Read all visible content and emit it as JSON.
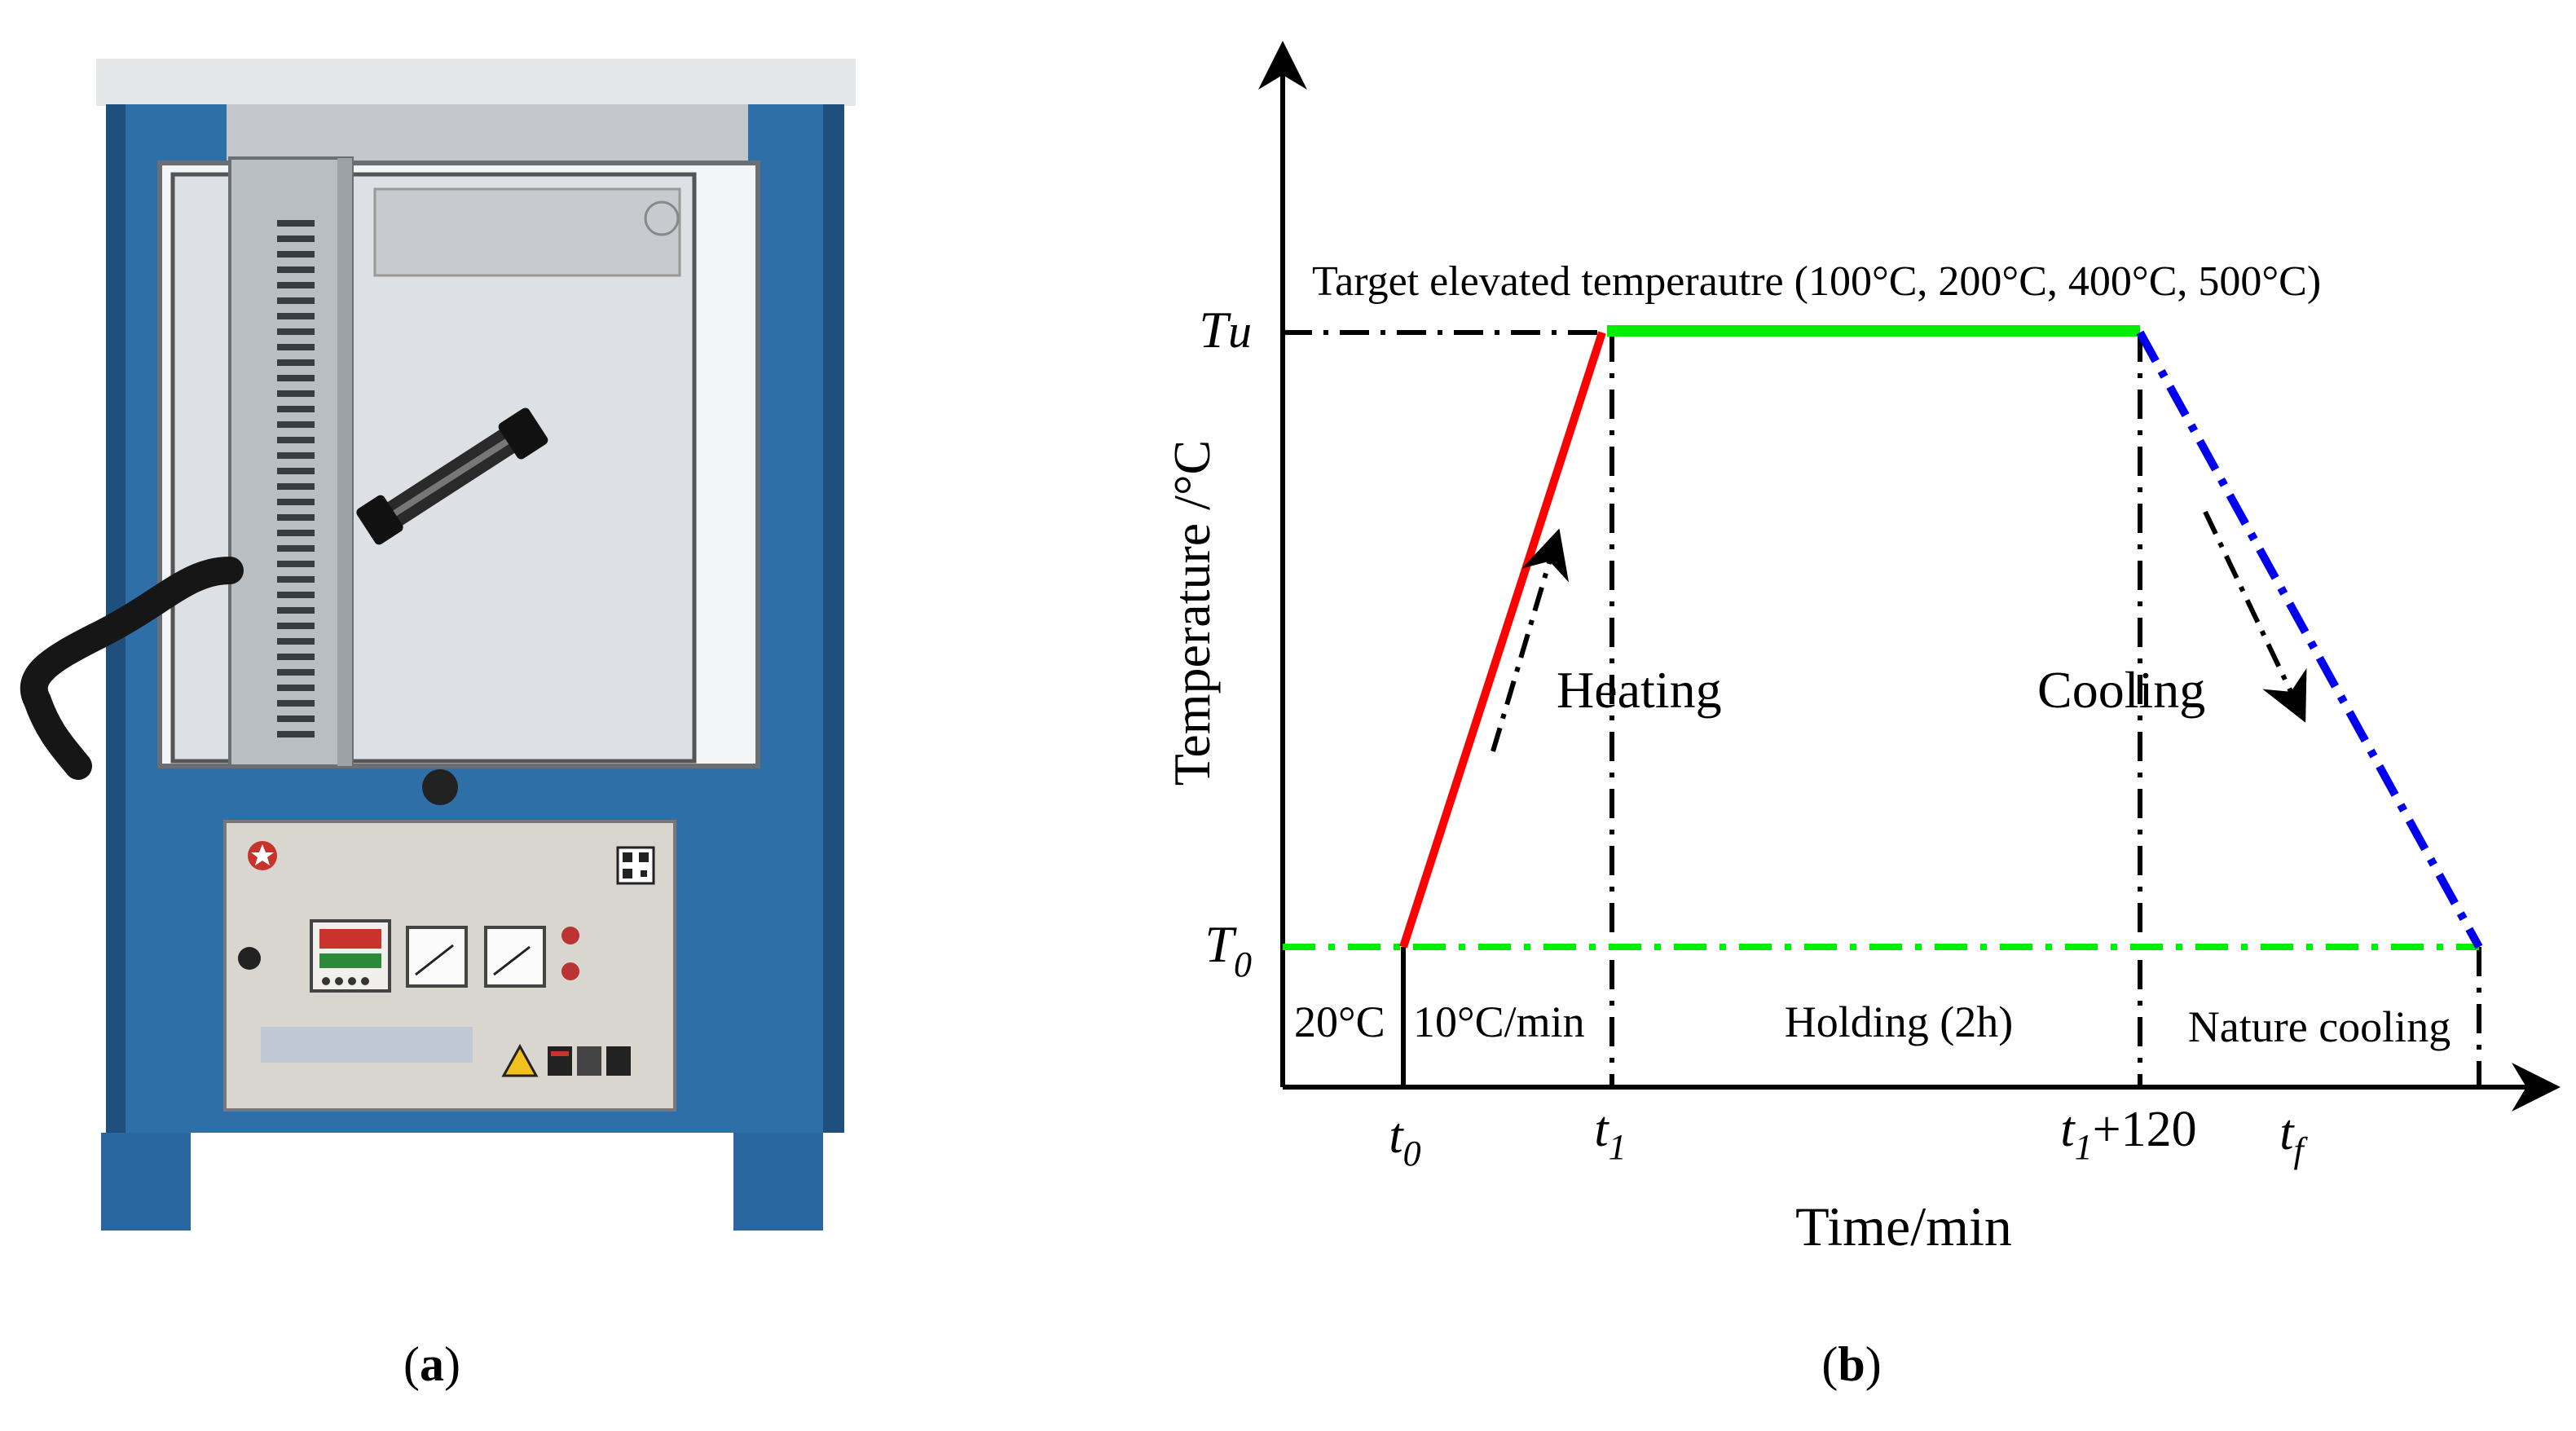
{
  "panel_a": {
    "caption_open": "(",
    "caption_letter": "a",
    "caption_close": ")",
    "colors": {
      "cabinet": "#2f6fa8",
      "cabinet_dark": "#1f4f7c",
      "door": "#dde0e4",
      "steel": "#b9bec3",
      "control_panel": "#d9d6d0",
      "display": "#c8332c"
    },
    "icons": [
      "furnace-photo",
      "handle-icon",
      "thermostat-display-icon",
      "meter-icon",
      "warning-label-icon",
      "qr-code-icon",
      "logo-icon"
    ]
  },
  "panel_b": {
    "caption_open": "(",
    "caption_letter": "b",
    "caption_close": ")",
    "axis": {
      "ylabel": "Temperature /°C",
      "xlabel": "Time/min"
    },
    "y_ticks": {
      "upper_main": "T",
      "upper_sub": "u",
      "lower_main": "T",
      "lower_sub": "0"
    },
    "x_ticks": [
      {
        "main": "t",
        "sub": "0",
        "suffix": ""
      },
      {
        "main": "t",
        "sub": "1",
        "suffix": ""
      },
      {
        "main": "t",
        "sub": "1",
        "suffix": "+120"
      },
      {
        "main": "t",
        "sub": "f",
        "suffix": ""
      }
    ],
    "annotations": {
      "target": "Target elevated temperautre (100°C, 200°C, 400°C, 500°C)",
      "heating": "Heating",
      "cooling": "Cooling",
      "room_temp": "20°C",
      "rate": "10°C/min",
      "holding": "Holding (2h)",
      "nature_cooling": "Nature cooling"
    },
    "colors": {
      "heating": "#ff0000",
      "holding": "#00ee00",
      "baseline": "#00ee00",
      "cooling": "#0000ee",
      "guides": "#000000"
    }
  }
}
